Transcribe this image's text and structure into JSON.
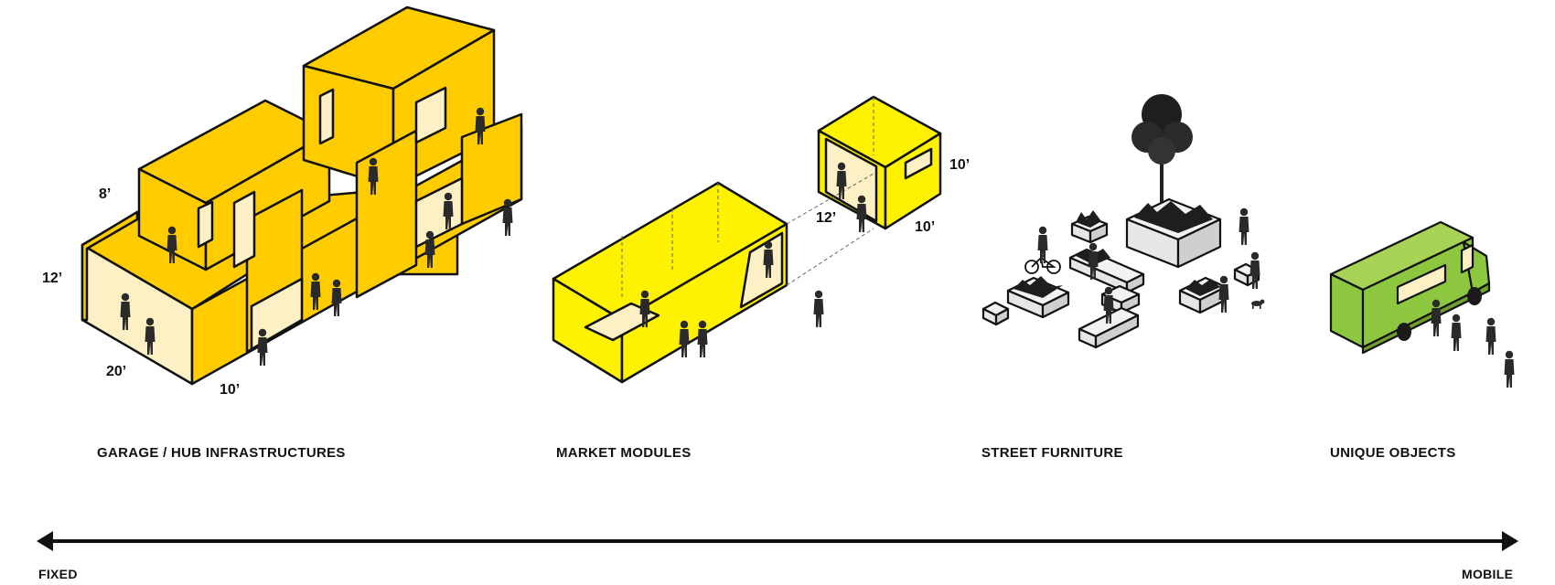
{
  "categories": [
    {
      "label": "GARAGE / HUB INFRASTRUCTURES"
    },
    {
      "label": "MARKET MODULES"
    },
    {
      "label": "STREET FURNITURE"
    },
    {
      "label": "UNIQUE OBJECTS"
    }
  ],
  "dimensions": {
    "garage": {
      "height_top": "8’",
      "height_base": "12’",
      "depth": "20’",
      "width": "10’"
    },
    "module": {
      "height": "10’",
      "depth": "12’",
      "width": "10’"
    }
  },
  "axis": {
    "left_label": "FIXED",
    "right_label": "MOBILE"
  },
  "colors": {
    "garage_yellow": "#FFCC00",
    "module_yellow": "#FFF200",
    "truck_green": "#8DC63F",
    "furniture_gray": "#E6E6E6",
    "interior_cream": "#FDF0C4",
    "outline": "#111111"
  }
}
